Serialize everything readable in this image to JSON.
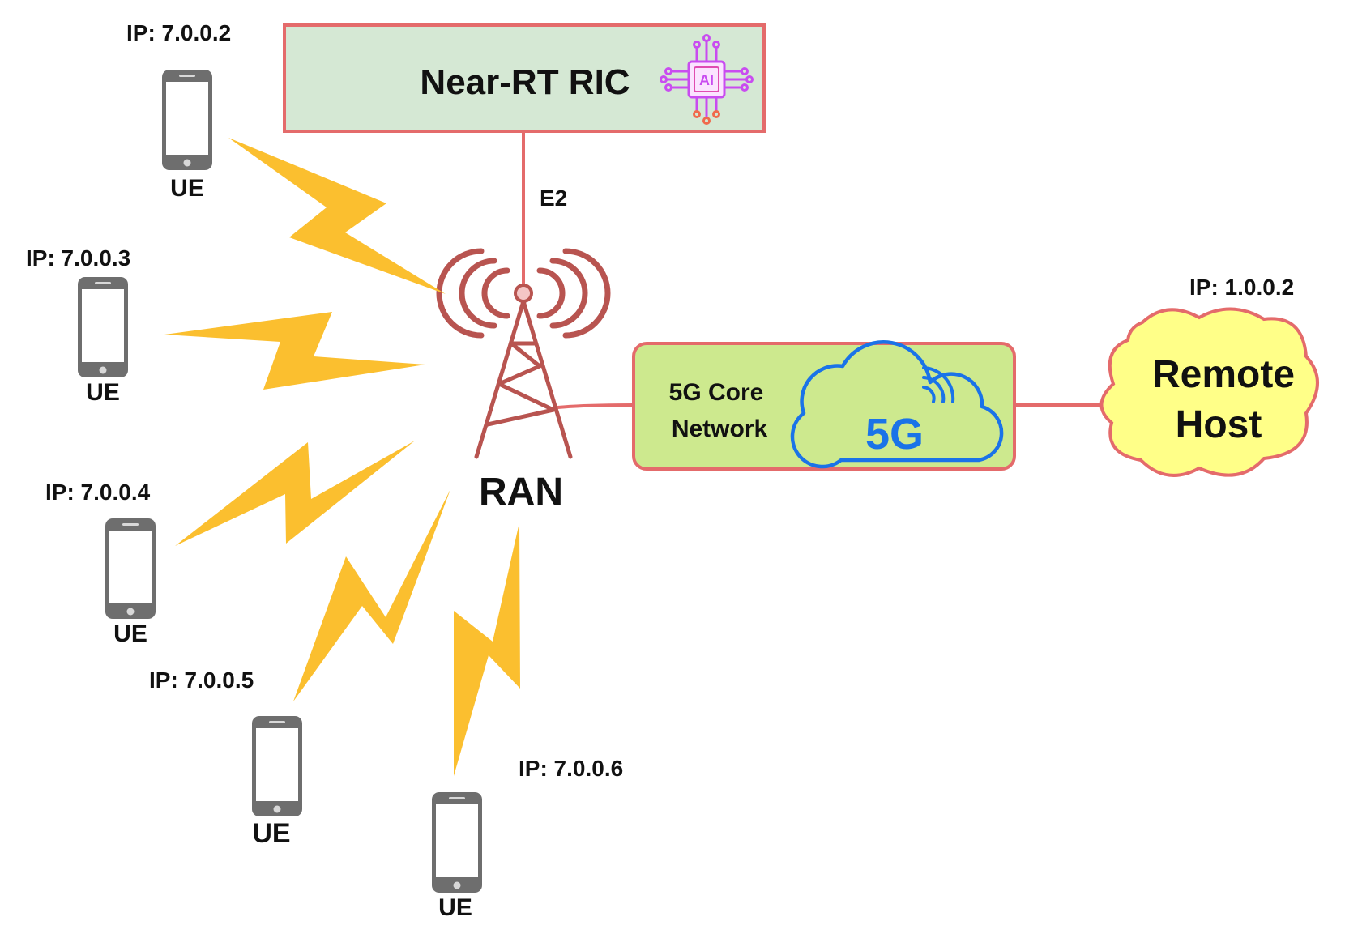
{
  "ric": {
    "title": "Near-RT RIC",
    "ai_chip_text": "AI"
  },
  "interface": {
    "e2": "E2"
  },
  "ran": {
    "label": "RAN"
  },
  "core": {
    "line1": "5G Core",
    "line2": "Network",
    "cloud_text": "5G"
  },
  "remote": {
    "line1": "Remote",
    "line2": "Host",
    "ip": "IP: 1.0.0.2"
  },
  "ues": [
    {
      "ip": "IP: 7.0.0.2",
      "label": "UE"
    },
    {
      "ip": "IP: 7.0.0.3",
      "label": "UE"
    },
    {
      "ip": "IP: 7.0.0.4",
      "label": "UE"
    },
    {
      "ip": "IP: 7.0.0.5",
      "label": "UE"
    },
    {
      "ip": "IP: 7.0.0.6",
      "label": "UE"
    }
  ],
  "colors": {
    "link": "#e46b6b",
    "ric_fill": "#d5e8d4",
    "core_fill": "#cde98e",
    "remote_fill": "#ffff88",
    "tower": "#b85450",
    "bolt": "#fbbf2f",
    "cloud_5g": "#1a73e8",
    "ai_chip": "#b24cf0"
  }
}
